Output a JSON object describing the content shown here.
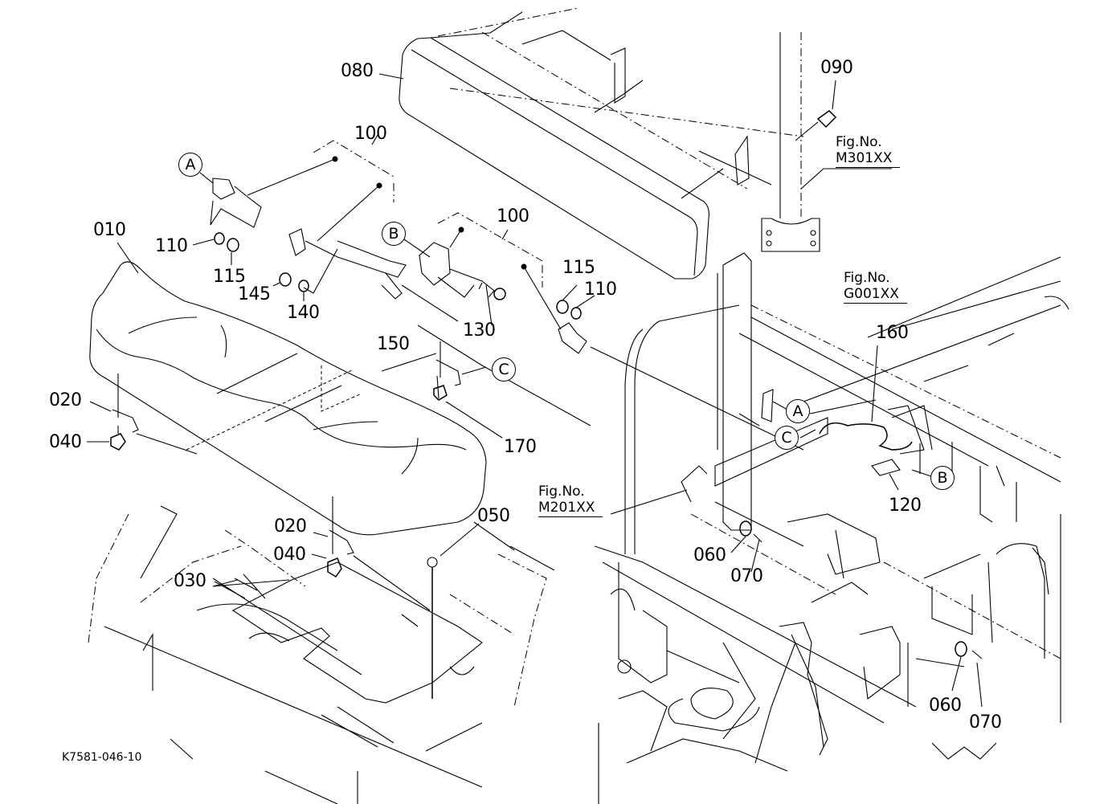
{
  "diagram": {
    "type": "exploded-parts-diagram",
    "drawing_code": "K7581-046-10",
    "part_callouts": [
      {
        "id": "c-080",
        "number": "080"
      },
      {
        "id": "c-090",
        "number": "090"
      },
      {
        "id": "c-100a",
        "number": "100"
      },
      {
        "id": "c-100b",
        "number": "100"
      },
      {
        "id": "c-010",
        "number": "010"
      },
      {
        "id": "c-110a",
        "number": "110"
      },
      {
        "id": "c-115a",
        "number": "115"
      },
      {
        "id": "c-145",
        "number": "145"
      },
      {
        "id": "c-140",
        "number": "140"
      },
      {
        "id": "c-130",
        "number": "130"
      },
      {
        "id": "c-115b",
        "number": "115"
      },
      {
        "id": "c-110b",
        "number": "110"
      },
      {
        "id": "c-150",
        "number": "150"
      },
      {
        "id": "c-160",
        "number": "160"
      },
      {
        "id": "c-170",
        "number": "170"
      },
      {
        "id": "c-020a",
        "number": "020"
      },
      {
        "id": "c-040a",
        "number": "040"
      },
      {
        "id": "c-120",
        "number": "120"
      },
      {
        "id": "c-020b",
        "number": "020"
      },
      {
        "id": "c-040b",
        "number": "040"
      },
      {
        "id": "c-050",
        "number": "050"
      },
      {
        "id": "c-030",
        "number": "030"
      },
      {
        "id": "c-060a",
        "number": "060"
      },
      {
        "id": "c-070a",
        "number": "070"
      },
      {
        "id": "c-060b",
        "number": "060"
      },
      {
        "id": "c-070b",
        "number": "070"
      }
    ],
    "reference_markers": [
      {
        "id": "ref-a-left",
        "letter": "A"
      },
      {
        "id": "ref-b-left",
        "letter": "B"
      },
      {
        "id": "ref-c-left",
        "letter": "C"
      },
      {
        "id": "ref-a-right",
        "letter": "A"
      },
      {
        "id": "ref-c-right",
        "letter": "C"
      },
      {
        "id": "ref-b-right",
        "letter": "B"
      }
    ],
    "figure_references": [
      {
        "id": "fig-m301",
        "label": "Fig.No.",
        "code": "M301XX"
      },
      {
        "id": "fig-g001",
        "label": "Fig.No.",
        "code": "G001XX"
      },
      {
        "id": "fig-m201",
        "label": "Fig.No.",
        "code": "M201XX"
      }
    ]
  }
}
